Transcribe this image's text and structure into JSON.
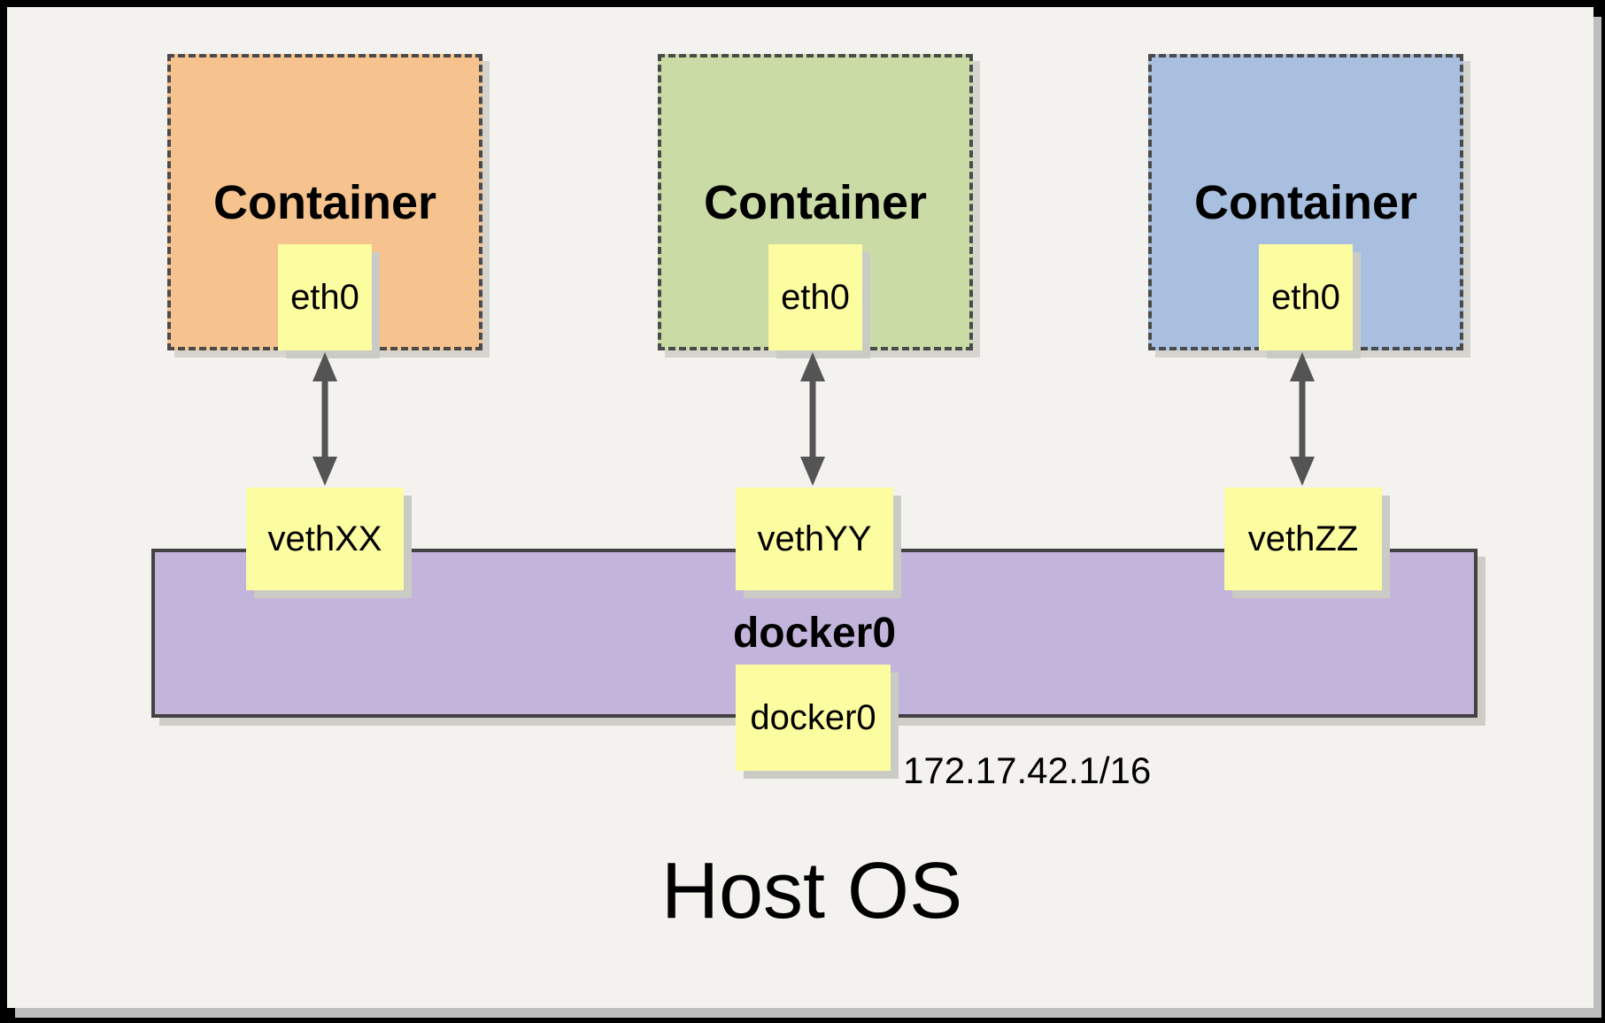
{
  "diagram": {
    "containers": [
      {
        "label": "Container",
        "interface": "eth0",
        "fill": "#F6C28E"
      },
      {
        "label": "Container",
        "interface": "eth0",
        "fill": "#CBDBA6"
      },
      {
        "label": "Container",
        "interface": "eth0",
        "fill": "#A9BFE0"
      }
    ],
    "veth_interfaces": [
      {
        "label": "vethXX"
      },
      {
        "label": "vethYY"
      },
      {
        "label": "vethZZ"
      }
    ],
    "bridge": {
      "label": "docker0",
      "interface_label": "docker0",
      "ip": "172.17.42.1/16",
      "fill": "#C3B4DB"
    },
    "host": {
      "label": "Host OS"
    },
    "colors": {
      "page_background": "#F4F2EE",
      "frame": "#000000",
      "note_yellow": "#FCFCA0",
      "dashed_border": "#4A4A4A",
      "arrow_gray": "#545454"
    }
  }
}
